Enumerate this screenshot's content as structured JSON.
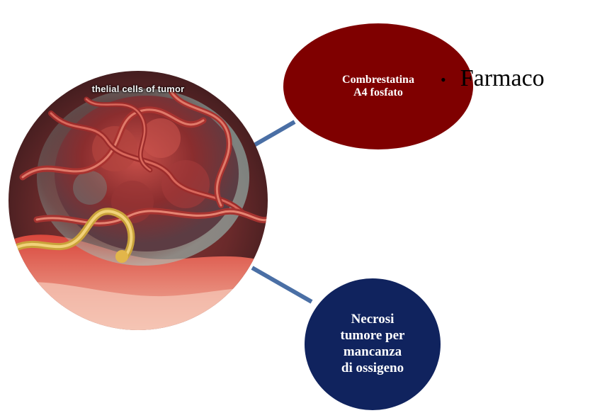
{
  "image": {
    "caption": "thelial cells of tumor"
  },
  "nodes": {
    "drug": {
      "label": "Combrestatina\nA4 fosfato",
      "color": "#7f0000"
    },
    "necrosis": {
      "label": "Necrosi\ntumore per\nmancanza\ndi ossigeno",
      "color": "#10235e"
    }
  },
  "bullet": {
    "symbol": "•",
    "text": "Farmaco"
  },
  "connector_color": "#4a6fa5"
}
